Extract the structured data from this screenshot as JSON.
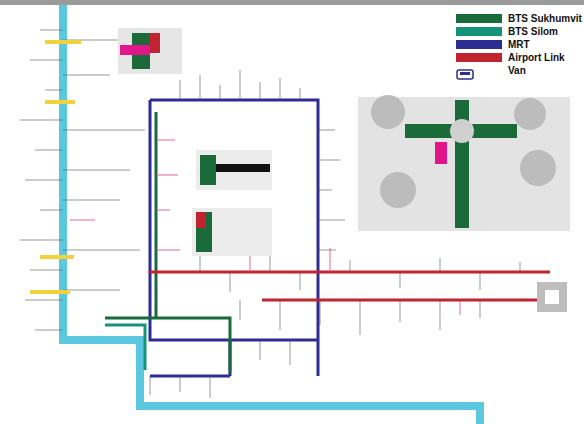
{
  "diagram": {
    "legend": [
      {
        "text": "BTS Sukhumvit",
        "color": "#1b6b3a"
      },
      {
        "text": "BTS Silom",
        "color": "#14927a"
      },
      {
        "text": "MRT",
        "color": "#2d2d91"
      },
      {
        "text": "Airport Link",
        "color": "#c1232f"
      },
      {
        "text": "Van"
      }
    ]
  }
}
